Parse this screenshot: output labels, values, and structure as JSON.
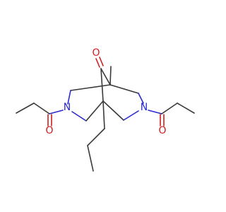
{
  "molecule": {
    "atoms": [
      {
        "id": "o_top",
        "symbol": "O",
        "color": "#cc2020"
      },
      {
        "id": "n_left",
        "symbol": "N",
        "color": "#2a2ad0"
      },
      {
        "id": "n_right",
        "symbol": "N",
        "color": "#2a2ad0"
      },
      {
        "id": "o_left",
        "symbol": "O",
        "color": "#cc2020"
      },
      {
        "id": "o_right",
        "symbol": "O",
        "color": "#cc2020"
      }
    ],
    "bond_color": "#3a3a3a"
  }
}
